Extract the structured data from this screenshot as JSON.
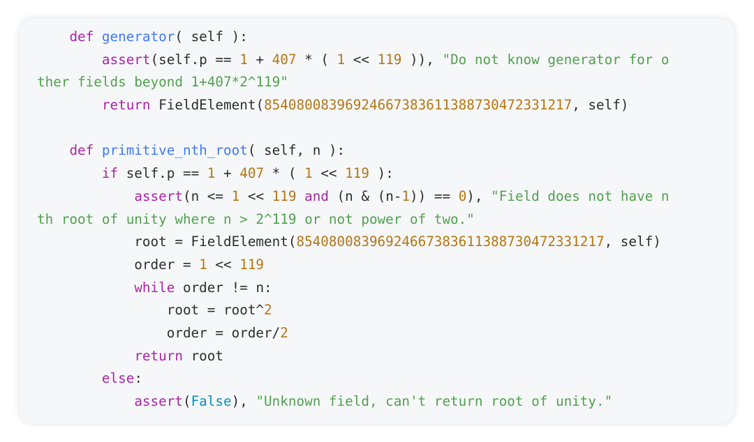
{
  "colors": {
    "frame_background": "#f6f7f8",
    "keyword": "#a626a4",
    "function_name": "#4078f2",
    "number": "#b57614",
    "string": "#50a14f",
    "builtin": "#0a8fbd",
    "text": "#2e2e2e"
  },
  "code": {
    "lines": [
      [
        {
          "t": "    "
        },
        {
          "t": "def",
          "c": "kw"
        },
        {
          "t": " "
        },
        {
          "t": "generator",
          "c": "fn"
        },
        {
          "t": "( self ):"
        }
      ],
      [
        {
          "t": "        "
        },
        {
          "t": "assert",
          "c": "kw"
        },
        {
          "t": "(self.p == "
        },
        {
          "t": "1",
          "c": "num"
        },
        {
          "t": " + "
        },
        {
          "t": "407",
          "c": "num"
        },
        {
          "t": " * ( "
        },
        {
          "t": "1",
          "c": "num"
        },
        {
          "t": " << "
        },
        {
          "t": "119",
          "c": "num"
        },
        {
          "t": " )), "
        },
        {
          "t": "\"Do not know generator for o",
          "c": "str"
        }
      ],
      [
        {
          "t": "ther fields beyond 1+407*2^119\"",
          "c": "str"
        }
      ],
      [
        {
          "t": "        "
        },
        {
          "t": "return",
          "c": "kw"
        },
        {
          "t": " FieldElement("
        },
        {
          "t": "85408008396924667383611388730472331217",
          "c": "num"
        },
        {
          "t": ", self)"
        }
      ],
      [],
      [
        {
          "t": "    "
        },
        {
          "t": "def",
          "c": "kw"
        },
        {
          "t": " "
        },
        {
          "t": "primitive_nth_root",
          "c": "fn"
        },
        {
          "t": "( self, n ):"
        }
      ],
      [
        {
          "t": "        "
        },
        {
          "t": "if",
          "c": "kw"
        },
        {
          "t": " self.p == "
        },
        {
          "t": "1",
          "c": "num"
        },
        {
          "t": " + "
        },
        {
          "t": "407",
          "c": "num"
        },
        {
          "t": " * ( "
        },
        {
          "t": "1",
          "c": "num"
        },
        {
          "t": " << "
        },
        {
          "t": "119",
          "c": "num"
        },
        {
          "t": " ):"
        }
      ],
      [
        {
          "t": "            "
        },
        {
          "t": "assert",
          "c": "kw"
        },
        {
          "t": "(n <= "
        },
        {
          "t": "1",
          "c": "num"
        },
        {
          "t": " << "
        },
        {
          "t": "119",
          "c": "num"
        },
        {
          "t": " "
        },
        {
          "t": "and",
          "c": "kw"
        },
        {
          "t": " (n & (n-"
        },
        {
          "t": "1",
          "c": "num"
        },
        {
          "t": ")) == "
        },
        {
          "t": "0",
          "c": "num"
        },
        {
          "t": "), "
        },
        {
          "t": "\"Field does not have n",
          "c": "str"
        }
      ],
      [
        {
          "t": "th root of unity where n > 2^119 or not power of two.\"",
          "c": "str"
        }
      ],
      [
        {
          "t": "            root = FieldElement("
        },
        {
          "t": "85408008396924667383611388730472331217",
          "c": "num"
        },
        {
          "t": ", self)"
        }
      ],
      [
        {
          "t": "            order = "
        },
        {
          "t": "1",
          "c": "num"
        },
        {
          "t": " << "
        },
        {
          "t": "119",
          "c": "num"
        }
      ],
      [
        {
          "t": "            "
        },
        {
          "t": "while",
          "c": "kw"
        },
        {
          "t": " order != n:"
        }
      ],
      [
        {
          "t": "                root = root^"
        },
        {
          "t": "2",
          "c": "num"
        }
      ],
      [
        {
          "t": "                order = order/"
        },
        {
          "t": "2",
          "c": "num"
        }
      ],
      [
        {
          "t": "            "
        },
        {
          "t": "return",
          "c": "kw"
        },
        {
          "t": " root"
        }
      ],
      [
        {
          "t": "        "
        },
        {
          "t": "else",
          "c": "kw"
        },
        {
          "t": ":"
        }
      ],
      [
        {
          "t": "            "
        },
        {
          "t": "assert",
          "c": "kw"
        },
        {
          "t": "("
        },
        {
          "t": "False",
          "c": "bi"
        },
        {
          "t": "), "
        },
        {
          "t": "\"Unknown field, can't return root of unity.\"",
          "c": "str"
        }
      ]
    ]
  }
}
